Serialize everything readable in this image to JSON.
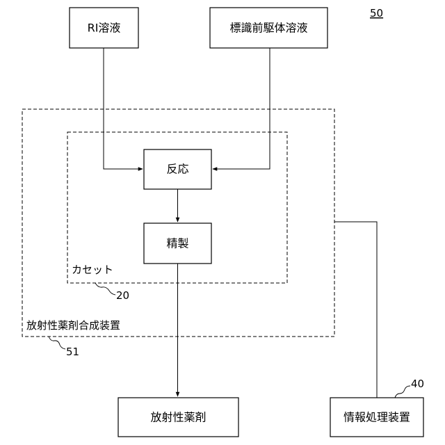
{
  "figure_number": "50",
  "boxes": {
    "ri_solution": "RI溶液",
    "precursor_solution": "標識前駆体溶液",
    "reaction": "反応",
    "purification": "精製",
    "radiopharmaceutical": "放射性薬剤",
    "information_processor": "情報処理装置"
  },
  "frames": {
    "cassette": {
      "label": "カセット",
      "ref": "20"
    },
    "synthesizer": {
      "label": "放射性薬剤合成装置",
      "ref": "51"
    }
  },
  "refs": {
    "information_processor": "40"
  }
}
